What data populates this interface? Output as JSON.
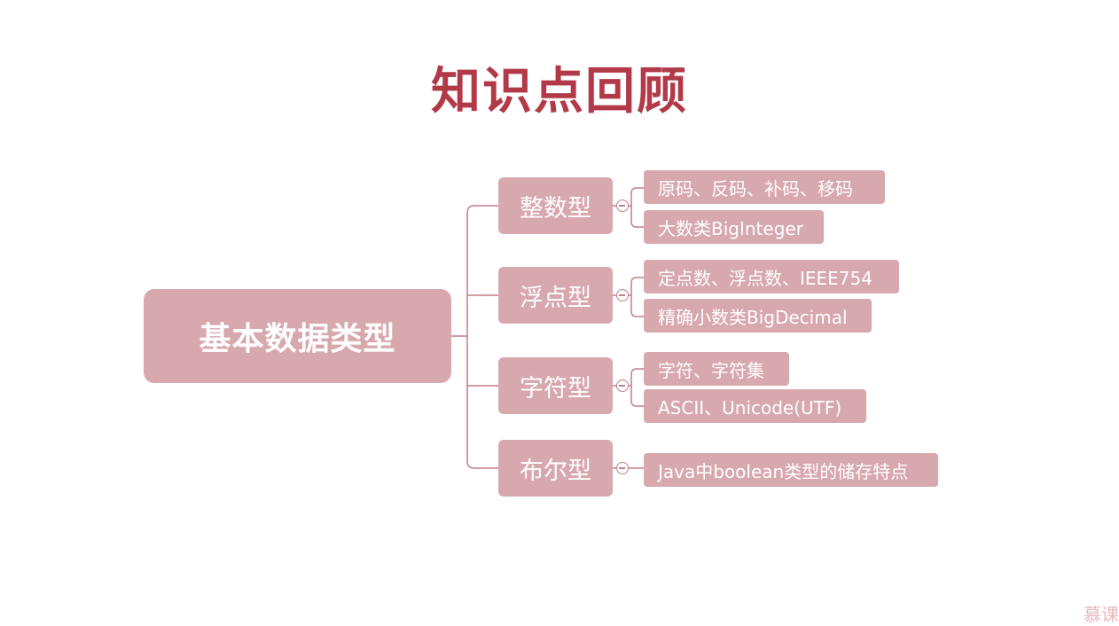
{
  "title": "知识点回顾",
  "root": {
    "label": "基本数据类型"
  },
  "branches": [
    {
      "label": "整数型",
      "children": [
        "原码、反码、补码、移码",
        "大数类BigInteger"
      ]
    },
    {
      "label": "浮点型",
      "children": [
        "定点数、浮点数、IEEE754",
        "精确小数类BigDecimal"
      ]
    },
    {
      "label": "字符型",
      "children": [
        "字符、字符集",
        "ASCII、Unicode(UTF)"
      ]
    },
    {
      "label": "布尔型",
      "children": [
        "Java中boolean类型的储存特点"
      ]
    }
  ],
  "watermark": "慕课",
  "colors": {
    "title": "#b23a48",
    "node_fill": "#d7a8ae",
    "node_text": "#ffffff",
    "connector": "#c27f88"
  }
}
